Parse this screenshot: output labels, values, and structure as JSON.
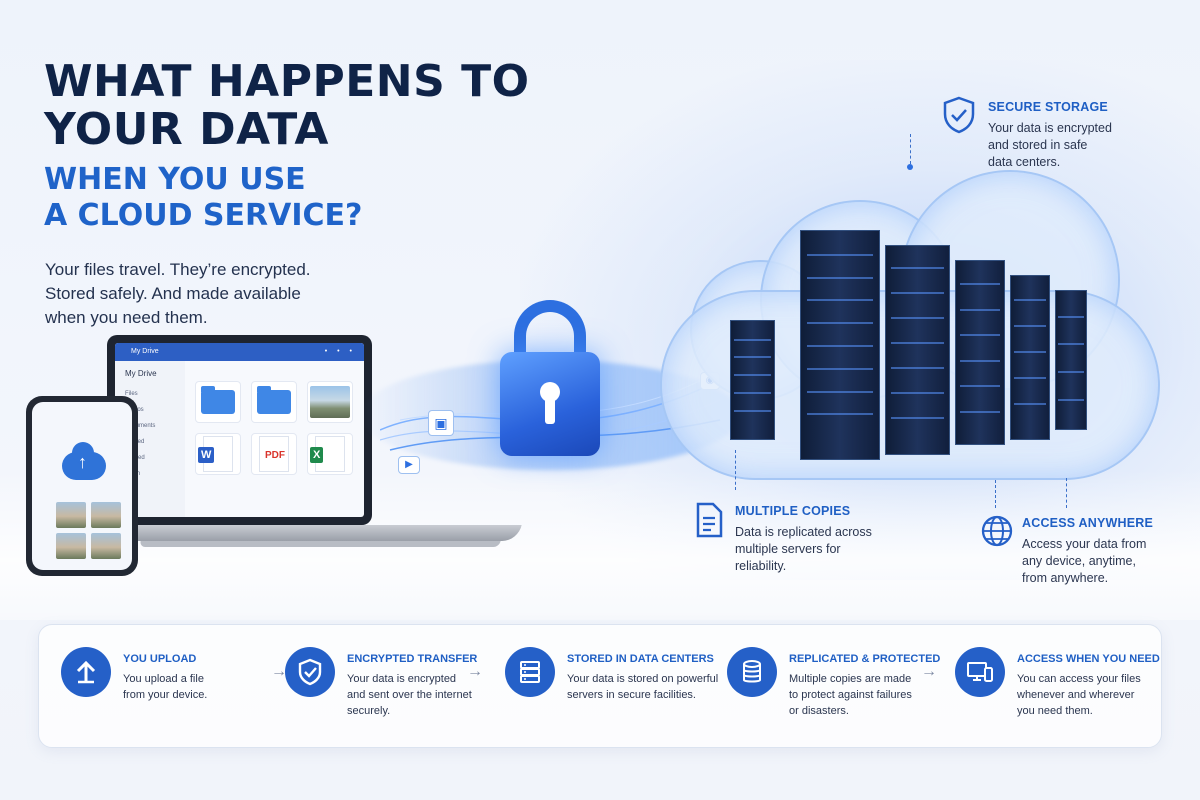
{
  "headline": {
    "line1": "WHAT HAPPENS TO",
    "line2": "YOUR DATA",
    "line3": "WHEN YOU USE",
    "line4": "A CLOUD SERVICE?"
  },
  "intro": {
    "line1": "Your files travel. They’re encrypted.",
    "line2": "Stored safely. And made available",
    "line3": "when you need them."
  },
  "laptop": {
    "app_title": "My Drive",
    "sidebar_title": "My Drive",
    "sidebar_items": [
      "Files",
      "Photos",
      "Documents",
      "Shared",
      "Starred",
      "Trash"
    ],
    "doc_word": "W",
    "doc_pdf": "PDF",
    "doc_excel": "X"
  },
  "features": {
    "secure": {
      "title": "SECURE STORAGE",
      "line1": "Your data is encrypted",
      "line2": "and stored in safe",
      "line3": "data centers."
    },
    "copies": {
      "title": "MULTIPLE COPIES",
      "line1": "Data is replicated across",
      "line2": "multiple servers for",
      "line3": "reliability."
    },
    "access": {
      "title": "ACCESS ANYWHERE",
      "line1": "Access your data from",
      "line2": "any device, anytime,",
      "line3": "from anywhere."
    }
  },
  "steps": [
    {
      "title": "YOU UPLOAD",
      "line1": "You upload a file",
      "line2": "from your device.",
      "line3": "",
      "icon": "upload-icon"
    },
    {
      "title": "ENCRYPTED TRANSFER",
      "line1": "Your data is encrypted",
      "line2": "and sent over the internet",
      "line3": "securely.",
      "icon": "shield-check-icon"
    },
    {
      "title": "STORED IN DATA CENTERS",
      "line1": "Your data is stored on powerful",
      "line2": "servers in secure facilities.",
      "line3": "",
      "icon": "server-icon"
    },
    {
      "title": "REPLICATED & PROTECTED",
      "line1": "Multiple copies are made",
      "line2": "to protect against failures",
      "line3": "or disasters.",
      "icon": "database-icon"
    },
    {
      "title": "ACCESS WHEN YOU NEED",
      "line1": "You can access your files",
      "line2": "whenever and wherever",
      "line3": "you need them.",
      "icon": "devices-icon"
    }
  ],
  "colors": {
    "accent": "#1f5fc4",
    "navy": "#0f2347",
    "step_circle": "#2560c8"
  }
}
